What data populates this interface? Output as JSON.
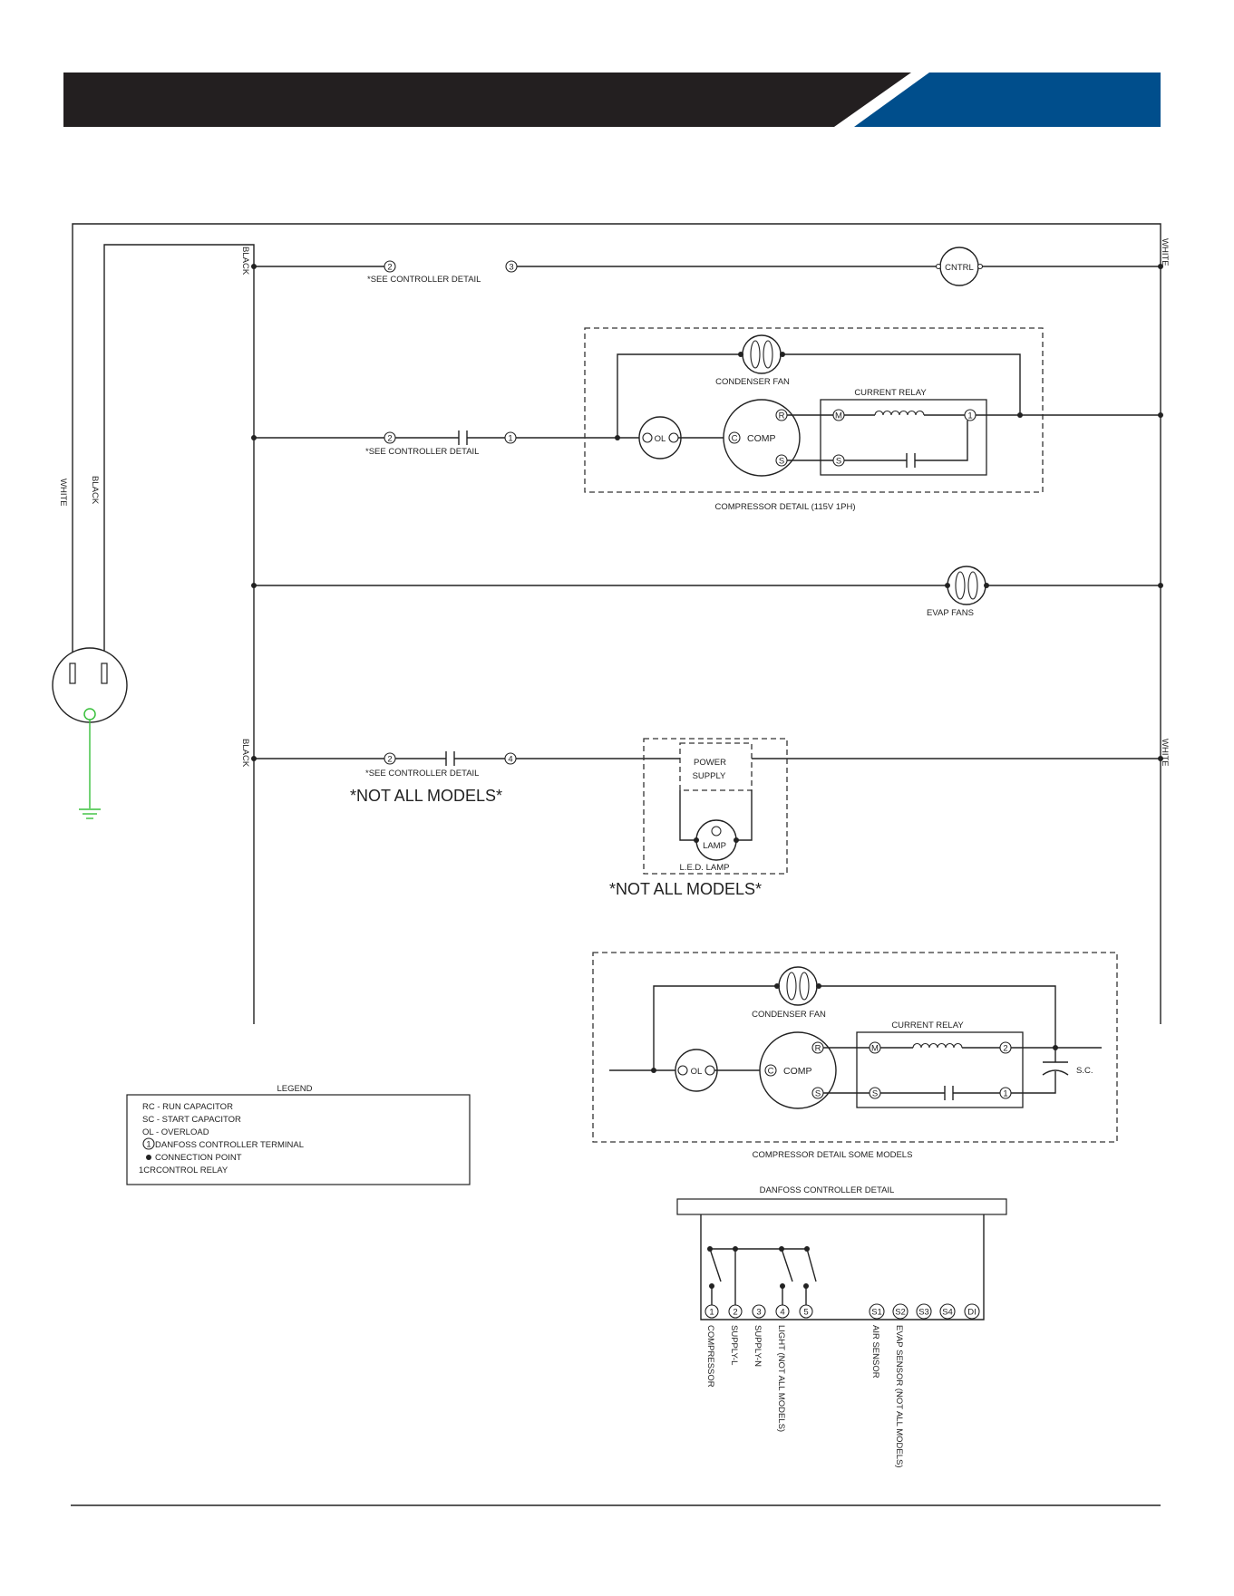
{
  "colors": {
    "header_dark": "#231f20",
    "header_blue": "#004e8c",
    "ground": "#39c03c"
  },
  "labels": {
    "black": "BLACK",
    "white": "WHITE",
    "see_controller_detail": "*SEE CONTROLLER DETAIL",
    "not_all_models": "*NOT ALL MODELS*",
    "cntrl": "CNTRL",
    "condenser_fan": "CONDENSER FAN",
    "current_relay": "CURRENT RELAY",
    "ol": "OL",
    "comp": "COMP",
    "c": "C",
    "r": "R",
    "s": "S",
    "m": "M",
    "sc": "S.C.",
    "compressor_detail_115": "COMPRESSOR DETAIL (115V 1PH)",
    "compressor_detail_some": "COMPRESSOR DETAIL SOME MODELS",
    "evap_fans": "EVAP FANS",
    "power": "POWER",
    "supply": "SUPPLY",
    "lamp": "LAMP",
    "led_lamp": "L.E.D. LAMP",
    "terminals": {
      "t1": "1",
      "t2": "2",
      "t3": "3",
      "t4": "4",
      "t5": "5"
    }
  },
  "legend": {
    "title": "LEGEND",
    "items": [
      "RC - RUN CAPACITOR",
      "SC - START CAPACITOR",
      "OL - OVERLOAD",
      "DANFOSS CONTROLLER TERMINAL",
      "CONNECTION POINT",
      "CONTROL RELAY"
    ],
    "relay_code": "1CR"
  },
  "controller": {
    "title": "DANFOSS CONTROLLER DETAIL",
    "terminals": [
      "1",
      "2",
      "3",
      "4",
      "5",
      "S1",
      "S2",
      "S3",
      "S4",
      "DI"
    ],
    "terminal_labels": [
      "COMPRESSOR",
      "SUPPLY-L",
      "SUPPLY-N",
      "LIGHT (NOT ALL MODELS)",
      "AIR SENSOR",
      "EVAP SENSOR (NOT ALL MODELS)"
    ]
  }
}
